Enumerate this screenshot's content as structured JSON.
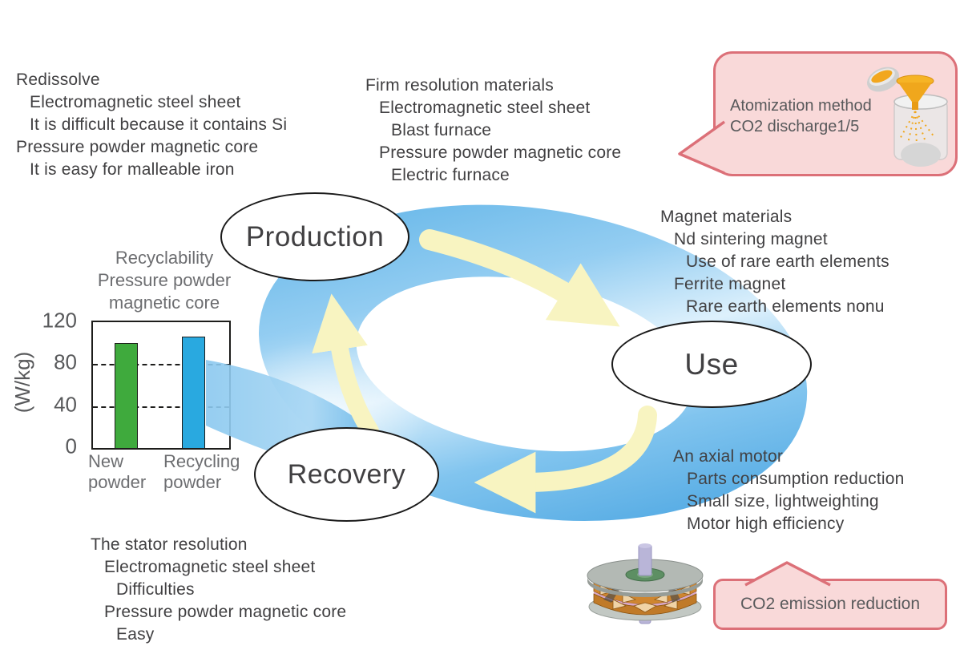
{
  "cycle": {
    "nodes": {
      "production": "Production",
      "use": "Use",
      "recovery": "Recovery"
    }
  },
  "notes": {
    "redissolve": {
      "lines": [
        "Redissolve",
        "Electromagnetic steel sheet",
        "It is difficult because it contains Si",
        "Pressure powder magnetic core",
        "It is easy for malleable iron"
      ]
    },
    "firm": {
      "lines": [
        "Firm resolution materials",
        "Electromagnetic steel sheet",
        "Blast furnace",
        "Pressure powder magnetic core",
        "Electric furnace"
      ]
    },
    "magnet": {
      "lines": [
        "Magnet materials",
        "Nd sintering magnet",
        "Use of rare earth elements",
        "Ferrite magnet",
        "Rare earth elements nonu"
      ]
    },
    "motor": {
      "lines": [
        "An axial motor",
        "Parts consumption reduction",
        "Small size, lightweighting",
        "Motor high efficiency"
      ]
    },
    "stator": {
      "lines": [
        "The stator resolution",
        "Electromagnetic steel sheet",
        "Difficulties",
        "Pressure powder magnetic core",
        "Easy"
      ]
    }
  },
  "callouts": {
    "atomization": {
      "lines": [
        "Atomization method",
        "CO2 discharge1/5"
      ]
    },
    "co2": {
      "text": "CO2 emission reduction"
    }
  },
  "chart_data": {
    "type": "bar",
    "title": "Recyclability Pressure powder magnetic core",
    "title_lines": [
      "Recyclability",
      "Pressure powder",
      "magnetic core"
    ],
    "ylabel": "(W/kg)",
    "yticks": [
      120,
      80,
      40,
      0
    ],
    "ylim": [
      0,
      120
    ],
    "gridlines": [
      80,
      40
    ],
    "categories": [
      "New powder",
      "Recycling powder"
    ],
    "category_lines": [
      [
        "New",
        "powder"
      ],
      [
        "Recycling",
        "powder"
      ]
    ],
    "values": [
      100,
      106
    ],
    "bar_colors": [
      "#3faa3d",
      "#29a9e0"
    ],
    "legend": null,
    "grid": "dashed horizontal at 40 and 80"
  },
  "colors": {
    "ring_blue": "#49a8e3",
    "ring_light": "#d9eefb",
    "arrow_cream": "#f8f4c1",
    "callout_fill": "#f9d9d9",
    "callout_border": "#dc7078",
    "text_dark": "#414042",
    "text_grey": "#6d6e71",
    "bar_green": "#3faa3d",
    "bar_blue": "#29a9e0"
  }
}
